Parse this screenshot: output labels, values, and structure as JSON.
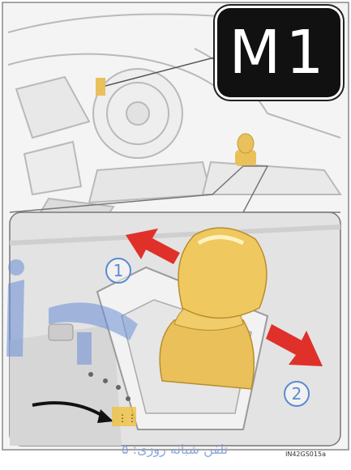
{
  "badge": {
    "text": "M1"
  },
  "callouts": {
    "one": "1",
    "two": "2"
  },
  "watermark": {
    "persian_text": "تلفن شبانه روزی: ۵"
  },
  "figure_code": "IN42GS015a",
  "colors": {
    "badge_bg": "#111111",
    "knob": "#e9c05a",
    "arrow": "#e0302a",
    "callout": "#5b8bd0"
  },
  "icons": [
    "gear-shift-knob-icon",
    "forward-arrow-icon",
    "backward-arrow-icon",
    "curved-pointer-arrow-icon"
  ]
}
